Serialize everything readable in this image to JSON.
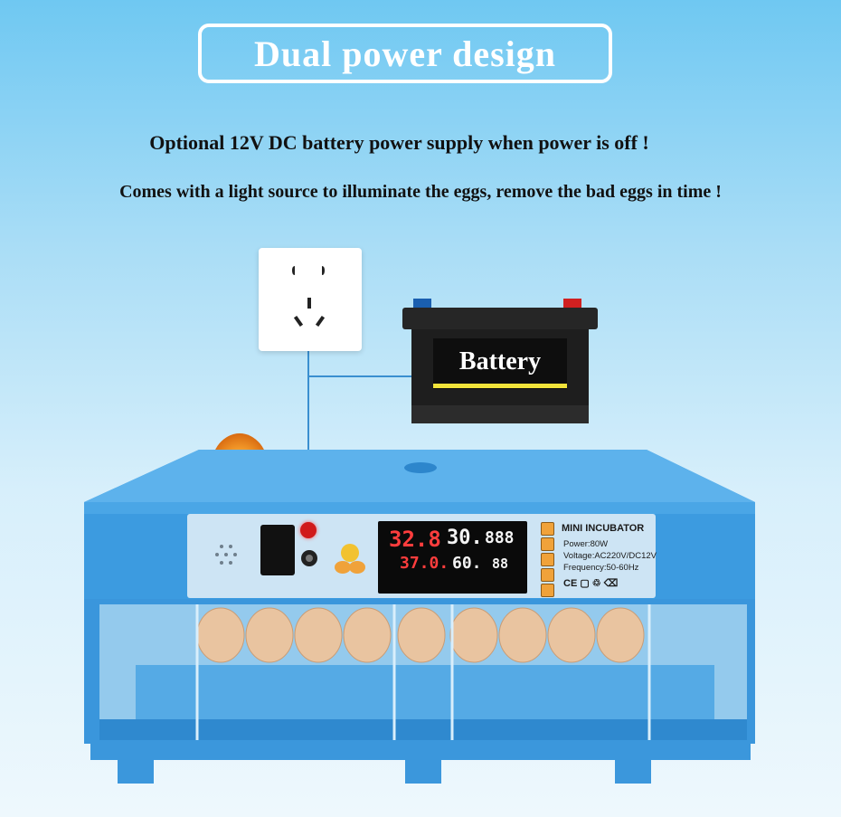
{
  "header": {
    "title": "Dual power design",
    "line1": "Optional 12V DC battery power supply when power is off !",
    "line2": "Comes with a light source to illuminate the eggs, remove the bad eggs in time !"
  },
  "battery": {
    "label": "Battery"
  },
  "display": {
    "row1_a": "32.8",
    "row1_b": "30.",
    "row1_c": "888",
    "row2_a": "37.0.",
    "row2_b": "60.",
    "row2_c": "88"
  },
  "label_plate": {
    "name": "MINI INCUBATOR",
    "power": "Power:80W",
    "voltage": "Voltage:AC220V/DC12V",
    "frequency": "Frequency:50-60Hz",
    "certs": "CE ▢ ♲ ⌫"
  },
  "colors": {
    "background_top": "#6fc8f2",
    "incubator_blue": "#3c9be0",
    "title_text": "#ffffff",
    "wire": "#3a8fd0"
  },
  "icons": [
    "power-socket-icon",
    "battery-icon",
    "egg-candling-icon",
    "dc-power-jack-icon",
    "speaker-grille-icon"
  ]
}
